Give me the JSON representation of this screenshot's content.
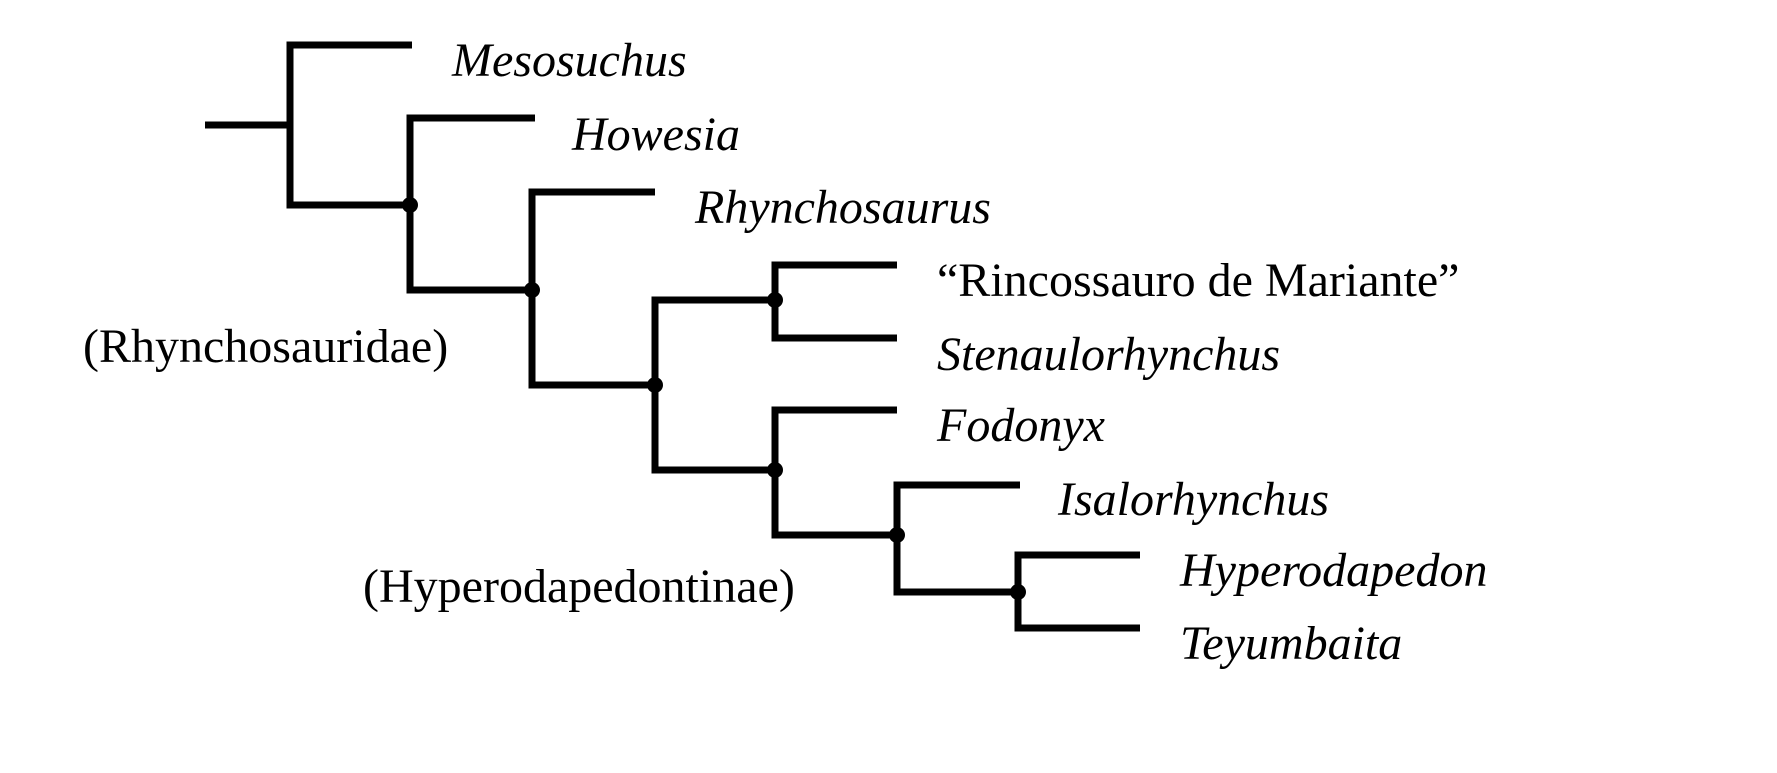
{
  "diagram": {
    "type": "cladogram",
    "taxa": {
      "mesosuchus": "Mesosuchus",
      "howesia": "Howesia",
      "rhynchosaurus": "Rhynchosaurus",
      "rincossauro": "“Rincossauro de Mariante”",
      "stenaulorhynchus": "Stenaulorhynchus",
      "fodonyx": "Fodonyx",
      "isalorhynchus": "Isalorhynchus",
      "hyperodapedon": "Hyperodapedon",
      "teyumbaita": "Teyumbaita"
    },
    "clades": {
      "rhynchosauridae": "(Rhynchosauridae)",
      "hyperodapedontinae": "(Hyperodapedontinae)"
    },
    "line_color": "#000000"
  }
}
